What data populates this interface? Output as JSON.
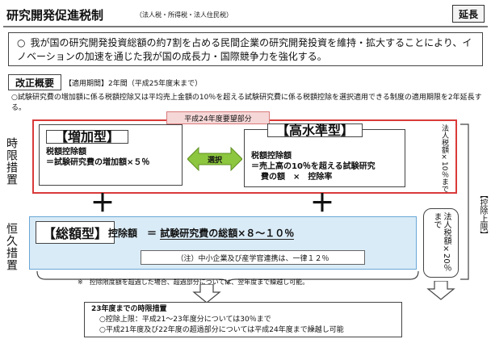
{
  "header": {
    "title": "研究開発促進税制",
    "subtitle": "（法人税・所得税・法人住民税）",
    "badge": "延長"
  },
  "goal": {
    "marker": "○",
    "text": "我が国の研究開発投資総額の約7割を占める民間企業の研究開発投資を維持・拡大することにより、イノベーションの加速を通じた我が国の成長力・国際競争力を強化する。"
  },
  "reform": {
    "label": "改正概要",
    "period": "【適用期間】2年間（平成25年度末まで）",
    "description": "○試験研究費の増加額に係る税額控除又は平均売上金額の10％を超える試験研究費に係る税額控除を選択適用できる制度の適用期限を2年延長する。"
  },
  "temporary": {
    "request_label": "平成24年度要望部分",
    "side_label": "時限措置",
    "increase_type": {
      "title": "【増加型】",
      "line1": "税額控除額",
      "line2": "＝試験研究費の増加額×５％"
    },
    "select_label": "選択",
    "high_level_type": {
      "title": "【高水準型】",
      "line1": "税額控除額",
      "line2": "＝売上高の10％を超える試験研究",
      "line3": "費の額　×　控除率"
    },
    "limit_note": "法人税額×10％まで"
  },
  "plus_sign": "＋",
  "permanent": {
    "side_label": "恒久措置",
    "title": "【総額型】",
    "formula_prefix": "控除額　＝",
    "formula_body": "試験研究費の総額×８～１０％",
    "note": "（注）中小企業及び産学官連携は、一律１２％",
    "carryover_note": "※　控除限度額を超過した場合、超過部分については、翌年度まで繰越し可能。",
    "cap_label": "法人税額×20％まで"
  },
  "deduction_cap_side": "【控除上限】",
  "fy23": {
    "heading": "23年度までの時限措置",
    "item1": "○控除上限：平成21～23年度分については30％まで",
    "item2": "○平成21年度及び22年度の超過部分については平成24年度まで繰越し可能"
  },
  "colors": {
    "red_border": "#d93a3a",
    "request_fill": "#f6d7d7",
    "arrow_green": "#8dc63f",
    "permanent_fill": "#d9ebf7",
    "permanent_border": "#6aa7d6"
  }
}
